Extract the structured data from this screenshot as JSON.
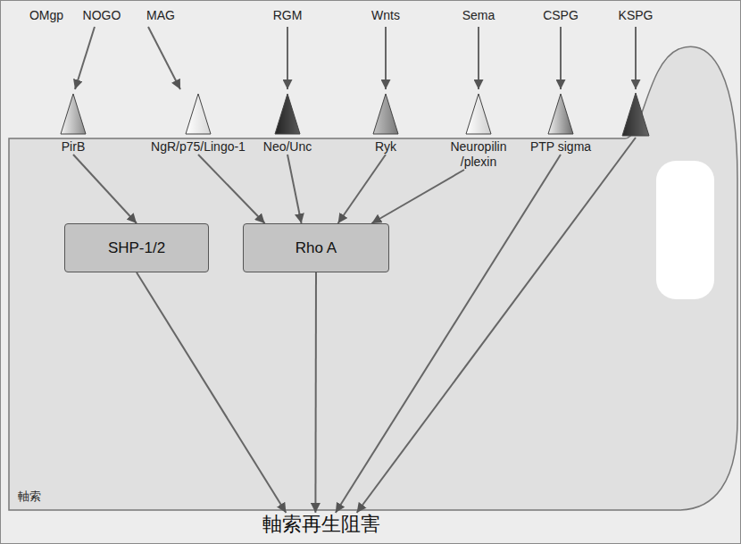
{
  "diagram": {
    "nodes": [
      {
        "text": [
          "軸索"
        ]
      },
      {
        "text": [
          "PirB"
        ],
        "in": 0
      },
      {
        "text": [
          "NgR/p75/Lingo-1"
        ],
        "in": 0
      },
      {
        "text": [
          "Neo/Unc"
        ],
        "in": 0
      },
      {
        "text": [
          "Ryk"
        ],
        "in": 0
      },
      {
        "text": [
          "Neuropilin /plexin"
        ],
        "in": 0
      },
      {
        "text": [
          "PTP sigma"
        ],
        "in": 0
      },
      {
        "text": [
          "SHP-1/2"
        ],
        "in": 0
      },
      {
        "text": [
          "Rho A"
        ],
        "in": 0
      },
      {
        "text": [
          "軸索再生阻害"
        ]
      }
    ],
    "edges": [
      {
        "from": 1,
        "to": 7,
        "arrow": "to"
      },
      {
        "from": 2,
        "to": 8,
        "arrow": "to"
      },
      {
        "from": 3,
        "to": 8,
        "arrow": "to"
      },
      {
        "from": 4,
        "to": 8,
        "arrow": "to"
      },
      {
        "from": 5,
        "to": 8,
        "arrow": "to"
      },
      {
        "from": 7,
        "to": 9,
        "arrow": "to"
      },
      {
        "from": 8,
        "to": 9,
        "arrow": "to"
      },
      {
        "from": 6,
        "to": 9,
        "arrow": "to"
      }
    ],
    "labels": [
      "OMgp",
      "NOGO",
      "MAG",
      "RGM",
      "Wnts",
      "Sema",
      "CSPG",
      "KSPG"
    ]
  }
}
